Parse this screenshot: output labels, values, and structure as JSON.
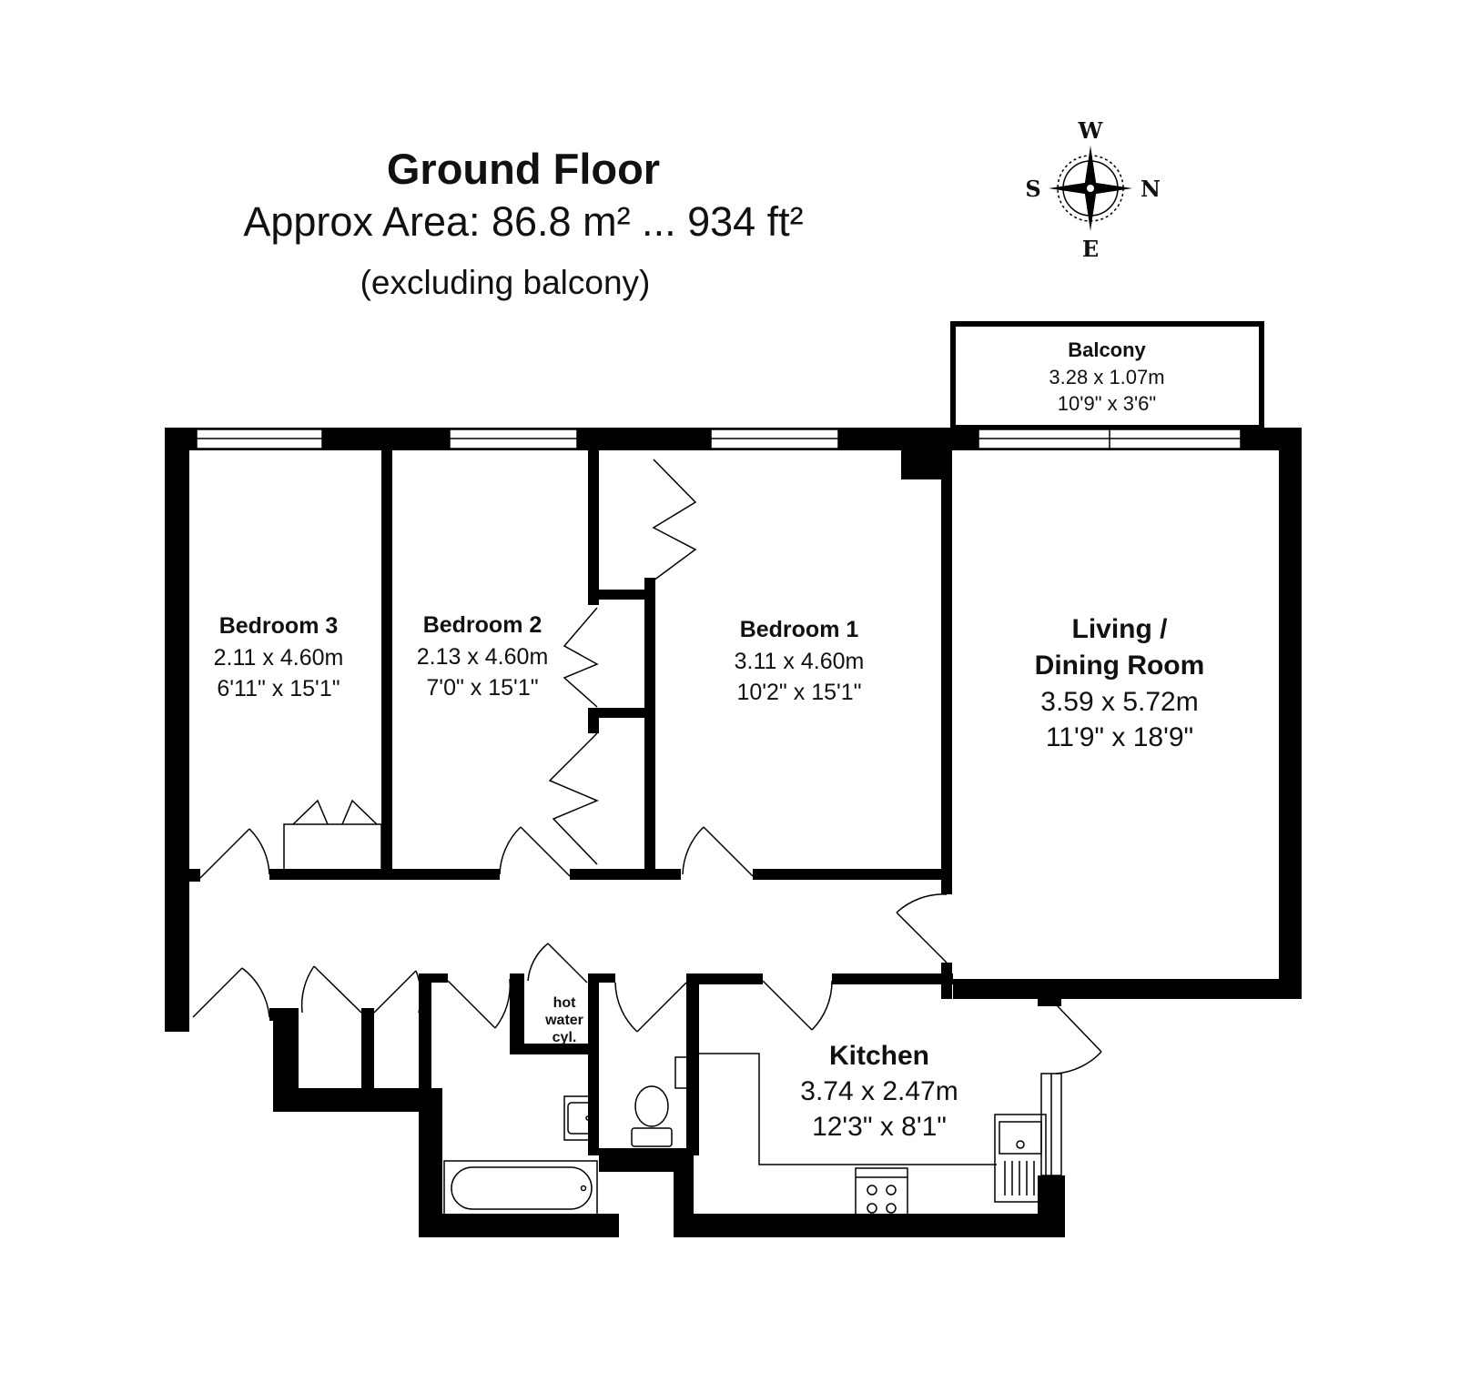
{
  "header": {
    "title": "Ground Floor",
    "area": "Approx Area: 86.8 m² ... 934 ft²",
    "note": "(excluding balcony)"
  },
  "compass": {
    "top": "W",
    "bottom": "E",
    "left": "S",
    "right": "N"
  },
  "rooms": {
    "balcony": {
      "name": "Balcony",
      "metric": "3.28 x 1.07m",
      "imperial": "10'9\" x 3'6\""
    },
    "bedroom3": {
      "name": "Bedroom 3",
      "metric": "2.11 x 4.60m",
      "imperial": "6'11\" x 15'1\""
    },
    "bedroom2": {
      "name": "Bedroom 2",
      "metric": "2.13 x 4.60m",
      "imperial": "7'0\" x 15'1\""
    },
    "bedroom1": {
      "name": "Bedroom 1",
      "metric": "3.11 x 4.60m",
      "imperial": "10'2\" x 15'1\""
    },
    "living": {
      "name_line1": "Living /",
      "name_line2": "Dining Room",
      "metric": "3.59 x 5.72m",
      "imperial": "11'9\" x 18'9\""
    },
    "kitchen": {
      "name": "Kitchen",
      "metric": "3.74 x 2.47m",
      "imperial": "12'3\" x 8'1\""
    },
    "cylinder": {
      "line1": "hot",
      "line2": "water",
      "line3": "cyl."
    }
  },
  "colors": {
    "wall": "#000000",
    "background": "#ffffff"
  }
}
